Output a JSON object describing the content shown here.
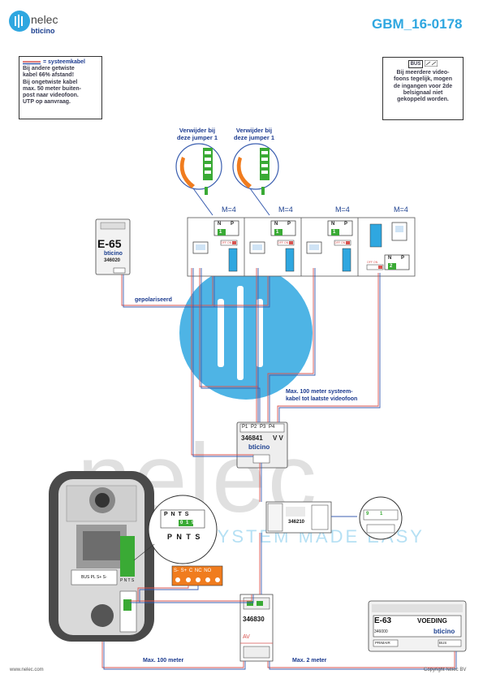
{
  "header": {
    "doc_code": "GBM_16-0178",
    "brand_name": "nelec",
    "brand_partner": "bticino"
  },
  "notes": {
    "cable_legend": "= systeemkabel",
    "left_lines": [
      "Bij andere getwiste",
      "kabel 66% afstand!",
      "Bij ongetwiste kabel",
      "max. 50 meter buiten-",
      "post naar videofoon.",
      "UTP op aanvraag."
    ],
    "right_lines": [
      "Bij meerdere video-",
      "foons tegelijk, mogen",
      "de ingangen voor 2de",
      "belsignaal niet",
      "gekoppeld worden."
    ],
    "right_bus_label": "BUS"
  },
  "jumper_notes": [
    {
      "line1": "Verwijder bij",
      "line2": "deze jumper 1"
    },
    {
      "line1": "Verwijder bij",
      "line2": "deze jumper 1"
    }
  ],
  "videophones": [
    {
      "m_label": "M=4",
      "n": "N",
      "p": "P",
      "n_val": "1",
      "dip": "OFF ON"
    },
    {
      "m_label": "M=4",
      "n": "N",
      "p": "P",
      "n_val": "1",
      "dip": "OFF ON"
    },
    {
      "m_label": "M=4",
      "n": "N",
      "p": "P",
      "n_val": "1",
      "dip": "OFF ON"
    },
    {
      "m_label": "M=4",
      "n": "N",
      "p": "P",
      "n_val": "2",
      "dip": "OFF ON"
    }
  ],
  "devices": {
    "e65": {
      "name": "E-65",
      "brand": "bticino",
      "code": "346020"
    },
    "distributor": {
      "ports": [
        "P1",
        "P2",
        "P3",
        "P4"
      ],
      "code": "346841",
      "vv": "V V",
      "brand": "bticino"
    },
    "e63": {
      "name": "E-63",
      "label": "VOEDING",
      "brand": "bticino",
      "code": "346000",
      "primair": "PRIMAIR",
      "bus": "BUS"
    },
    "m346830": {
      "code": "346830",
      "av": "AV"
    },
    "m346210": {
      "code": "346210"
    },
    "relay": {
      "terminals": [
        "S-",
        "S+",
        "C",
        "NC",
        "NO"
      ]
    },
    "outdoor_panel": {
      "terminals": "BUS PL S+ S-",
      "pnts": "P N T S"
    },
    "zoom_terminal": {
      "top": "P N T S",
      "vals": "0 1 9",
      "bottom": "P N T S"
    },
    "zoom_right": {
      "vals": "9 1"
    }
  },
  "cable_labels": {
    "polarized": "gepolariseerd",
    "max100_line1": "Max. 100 meter systeem-",
    "max100_line2": "kabel tot laatste videofoon",
    "max100_bottom": "Max. 100 meter",
    "max2": "Max. 2 meter"
  },
  "watermark": {
    "brand": "nelec",
    "tagline": "SYSTEM MADE EASY"
  },
  "footer": {
    "website": "www.nelec.com",
    "copyright": "Copyright Nelec BV"
  },
  "colors": {
    "accent": "#2fa7e0",
    "cable_red": "#d9534f",
    "cable_blue": "#3b5fb0",
    "terminal_green": "#3aaa35",
    "orange": "#f07c1e"
  }
}
